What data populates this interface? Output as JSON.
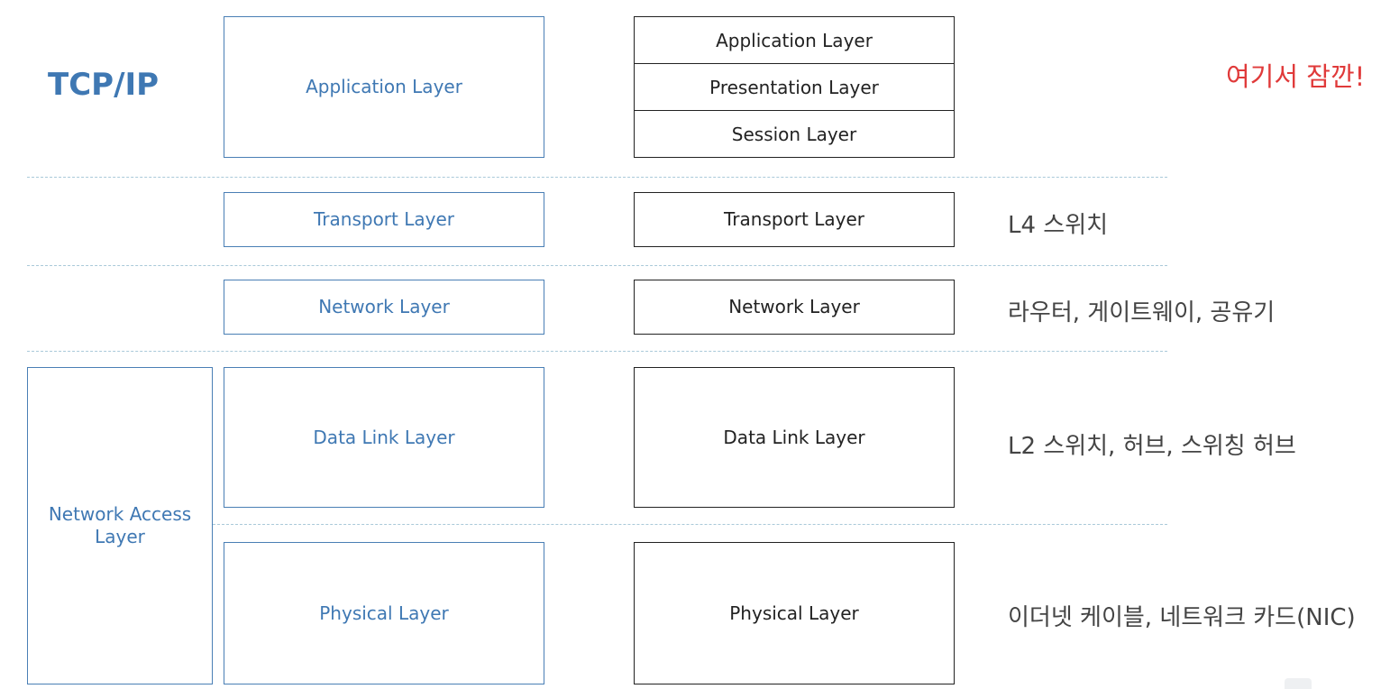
{
  "title": "TCP/IP",
  "note": "여기서 잠깐!",
  "tcpip_layers": {
    "application": "Application Layer",
    "transport": "Transport Layer",
    "network": "Network Layer",
    "data_link": "Data Link Layer",
    "physical": "Physical Layer",
    "network_access": "Network Access Layer"
  },
  "osi_layers": {
    "application": "Application Layer",
    "presentation": "Presentation Layer",
    "session": "Session Layer",
    "transport": "Transport Layer",
    "network": "Network Layer",
    "data_link": "Data Link Layer",
    "physical": "Physical Layer"
  },
  "devices": {
    "transport": "L4 스위치",
    "network": "라우터, 게이트웨이, 공유기",
    "data_link": "L2 스위치, 허브, 스위칭 허브",
    "physical": "이더넷 케이블, 네트워크 카드(NIC)"
  },
  "colors": {
    "tcpip": "#3f78b3",
    "osi": "#222222",
    "note": "#e03a3a",
    "divider": "#a9c9d9"
  }
}
